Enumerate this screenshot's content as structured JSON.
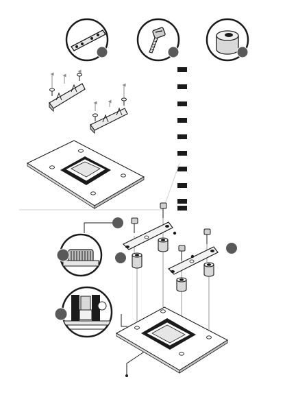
{
  "colors": {
    "ink": "#1a1a1a",
    "mid_gray": "#8c8c8c",
    "light_gray": "#d9d9d9",
    "fill_gray": "#c8c8c8",
    "badge": "#595959",
    "paper": "#ffffff"
  },
  "parts_top": [
    {
      "name": "mounting-bracket-detail",
      "icon": "bracket-icon",
      "badge": ""
    },
    {
      "name": "thumb-screw-detail",
      "icon": "screw-icon",
      "badge": ""
    },
    {
      "name": "standoff-spacer-detail",
      "icon": "standoff-icon",
      "badge": ""
    }
  ],
  "step_markers": [
    "",
    "",
    "",
    "",
    "",
    "",
    "",
    "",
    "",
    ""
  ],
  "callouts": [
    {
      "name": "callout-a",
      "label": ""
    },
    {
      "name": "callout-b",
      "label": ""
    },
    {
      "name": "callout-c",
      "label": ""
    },
    {
      "name": "callout-d",
      "label": ""
    },
    {
      "name": "callout-e",
      "label": ""
    },
    {
      "name": "callout-f",
      "label": ""
    }
  ]
}
